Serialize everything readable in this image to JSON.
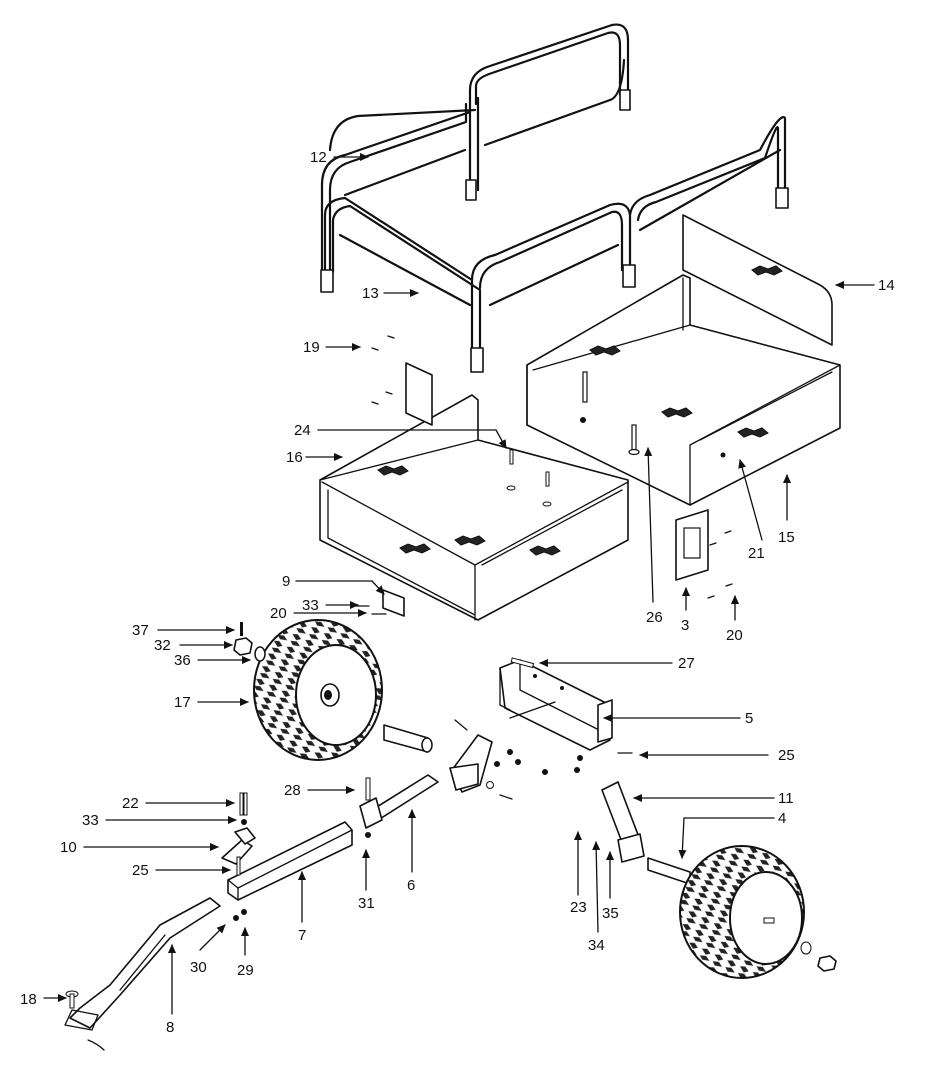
{
  "colors": {
    "line": "#111111",
    "background": "#ffffff"
  },
  "labels": [
    {
      "id": "12",
      "text": "12"
    },
    {
      "id": "13",
      "text": "13"
    },
    {
      "id": "14",
      "text": "14"
    },
    {
      "id": "19",
      "text": "19"
    },
    {
      "id": "24",
      "text": "24"
    },
    {
      "id": "16",
      "text": "16"
    },
    {
      "id": "21",
      "text": "21"
    },
    {
      "id": "15",
      "text": "15"
    },
    {
      "id": "9",
      "text": "9"
    },
    {
      "id": "33a",
      "text": "33"
    },
    {
      "id": "20a",
      "text": "20"
    },
    {
      "id": "26",
      "text": "26"
    },
    {
      "id": "3",
      "text": "3"
    },
    {
      "id": "20b",
      "text": "20"
    },
    {
      "id": "37",
      "text": "37"
    },
    {
      "id": "32",
      "text": "32"
    },
    {
      "id": "36",
      "text": "36"
    },
    {
      "id": "27",
      "text": "27"
    },
    {
      "id": "17",
      "text": "17"
    },
    {
      "id": "5",
      "text": "5"
    },
    {
      "id": "25a",
      "text": "25"
    },
    {
      "id": "28",
      "text": "28"
    },
    {
      "id": "11",
      "text": "11"
    },
    {
      "id": "22",
      "text": "22"
    },
    {
      "id": "4",
      "text": "4"
    },
    {
      "id": "33b",
      "text": "33"
    },
    {
      "id": "10",
      "text": "10"
    },
    {
      "id": "6",
      "text": "6"
    },
    {
      "id": "25b",
      "text": "25"
    },
    {
      "id": "31",
      "text": "31"
    },
    {
      "id": "23",
      "text": "23"
    },
    {
      "id": "35",
      "text": "35"
    },
    {
      "id": "7",
      "text": "7"
    },
    {
      "id": "34",
      "text": "34"
    },
    {
      "id": "30",
      "text": "30"
    },
    {
      "id": "29",
      "text": "29"
    },
    {
      "id": "8",
      "text": "8"
    },
    {
      "id": "18",
      "text": "18"
    }
  ]
}
